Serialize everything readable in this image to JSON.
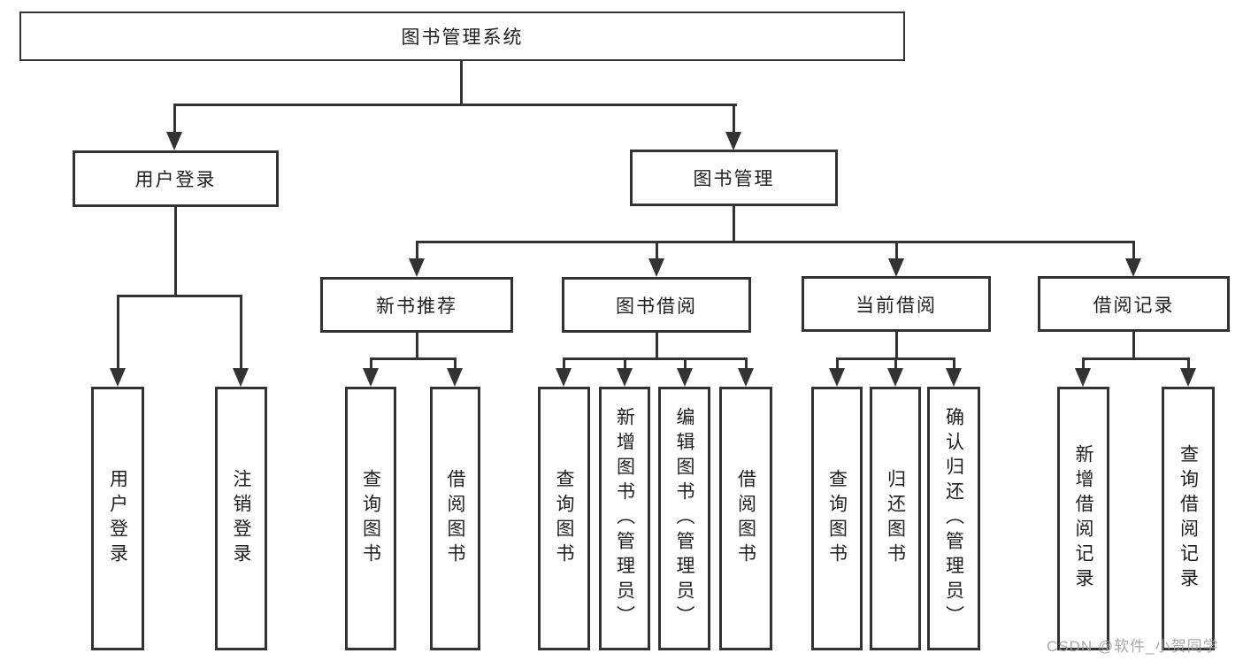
{
  "diagram": {
    "type": "hierarchy-tree",
    "title": "图书管理系统",
    "levels": 3,
    "colors": {
      "background": "#ffffff",
      "line": "#333333",
      "box_border": "#333333",
      "text": "#1f1f1f",
      "watermark": "#9e9e9e"
    },
    "nodes": {
      "root": {
        "label": "图书管理系统"
      },
      "userLogin": {
        "label": "用户登录"
      },
      "bookMgmt": {
        "label": "图书管理"
      },
      "newBookRec": {
        "label": "新书推荐"
      },
      "bookBorrow": {
        "label": "图书借阅"
      },
      "currentBorrow": {
        "label": "当前借阅"
      },
      "borrowRecord": {
        "label": "借阅记录"
      },
      "leafUserLogin": {
        "label": "用户登录"
      },
      "leafLogout": {
        "label": "注销登录"
      },
      "leafNbrQuery": {
        "label": "查询图书"
      },
      "leafNbrBorrow": {
        "label": "借阅图书"
      },
      "leafBbQuery": {
        "label": "查询图书"
      },
      "leafBbAdd": {
        "label": "新增图书（管理员）"
      },
      "leafBbEdit": {
        "label": "编辑图书（管理员）"
      },
      "leafBbBorrow": {
        "label": "借阅图书"
      },
      "leafCbQuery": {
        "label": "查询图书"
      },
      "leafCbReturn": {
        "label": "归还图书"
      },
      "leafCbConfirm": {
        "label": "确认归还（管理员）"
      },
      "leafBrAdd": {
        "label": "新增借阅记录"
      },
      "leafBrQuery": {
        "label": "查询借阅记录"
      }
    },
    "edges": [
      "图书管理系统→用户登录",
      "图书管理系统→图书管理",
      "用户登录→用户登录",
      "用户登录→注销登录",
      "图书管理→新书推荐",
      "图书管理→图书借阅",
      "图书管理→当前借阅",
      "图书管理→借阅记录",
      "新书推荐→查询图书",
      "新书推荐→借阅图书",
      "图书借阅→查询图书",
      "图书借阅→新增图书（管理员）",
      "图书借阅→编辑图书（管理员）",
      "图书借阅→借阅图书",
      "当前借阅→查询图书",
      "当前借阅→归还图书",
      "当前借阅→确认归还（管理员）",
      "借阅记录→新增借阅记录",
      "借阅记录→查询借阅记录"
    ],
    "watermark": "CSDN @软件_小贺同学"
  }
}
